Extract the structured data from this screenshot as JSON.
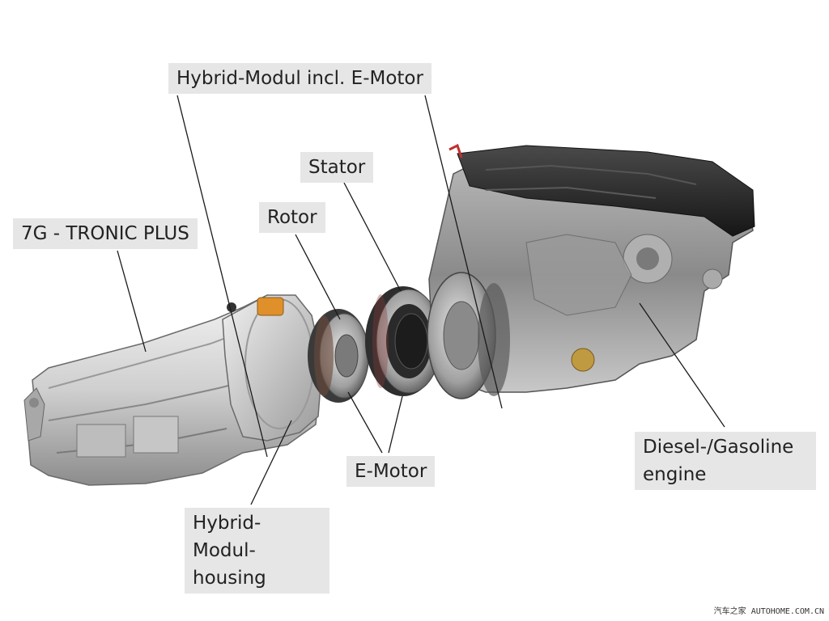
{
  "labels": {
    "hybrid_module": "Hybrid-Modul incl. E-Motor",
    "stator": "Stator",
    "rotor": "Rotor",
    "transmission": "7G - TRONIC PLUS",
    "engine_line1": "Diesel-/Gasoline",
    "engine_line2": "engine",
    "emotor": "E-Motor",
    "housing_line1": "Hybrid-Modul-",
    "housing_line2": "housing"
  },
  "watermark": "汽车之家 AUTOHOME.COM.CN",
  "colors": {
    "label_bg": "#e6e6e6",
    "leader_line": "#1a1a1a",
    "metal_light": "#d9d9d9",
    "metal_dark": "#5a5a5a",
    "engine_cover": "#2a2a2a",
    "accent_orange": "#e0902a"
  }
}
